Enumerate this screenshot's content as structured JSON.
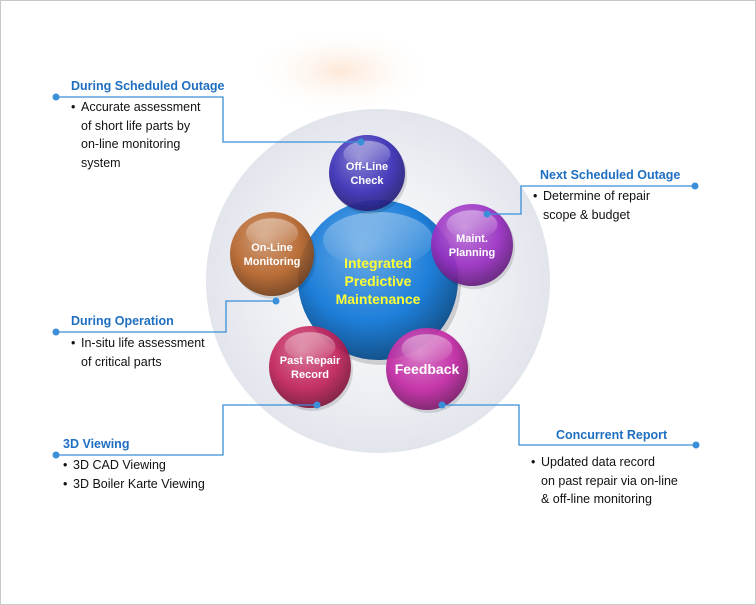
{
  "center": {
    "lines": [
      "Integrated",
      "Predictive",
      "Maintenance"
    ],
    "color": "#1e7fd9"
  },
  "nodes": [
    {
      "id": "off-line-check",
      "lines": [
        "Off-Line",
        "Check"
      ],
      "color": "#3b2fb8"
    },
    {
      "id": "maint-planning",
      "lines": [
        "Maint.",
        "Planning"
      ],
      "color": "#9b2fc4"
    },
    {
      "id": "feedback",
      "lines": [
        "Feedback"
      ],
      "color": "#c42aa6"
    },
    {
      "id": "past-repair-record",
      "lines": [
        "Past Repair",
        "Record"
      ],
      "color": "#c4245c"
    },
    {
      "id": "on-line-monitoring",
      "lines": [
        "On-Line",
        "Monitoring"
      ],
      "color": "#b8652a"
    }
  ],
  "callouts": {
    "scheduled_outage": {
      "title": "During Scheduled Outage",
      "bullets": [
        "Accurate assessment\nof short life parts by\non-line monitoring\nsystem"
      ]
    },
    "next_outage": {
      "title": "Next Scheduled Outage",
      "bullets": [
        "Determine of repair\nscope & budget"
      ]
    },
    "operation": {
      "title": "During Operation",
      "bullets": [
        "In-situ life assessment\nof critical parts"
      ]
    },
    "viewing": {
      "title": "3D Viewing",
      "bullets": [
        "3D CAD Viewing",
        "3D Boiler Karte Viewing"
      ]
    },
    "concurrent": {
      "title": "Concurrent Report",
      "bullets": [
        "Updated data record\non past repair via on-line\n& off-line monitoring"
      ]
    }
  },
  "connector_color": "#3a8fd8"
}
